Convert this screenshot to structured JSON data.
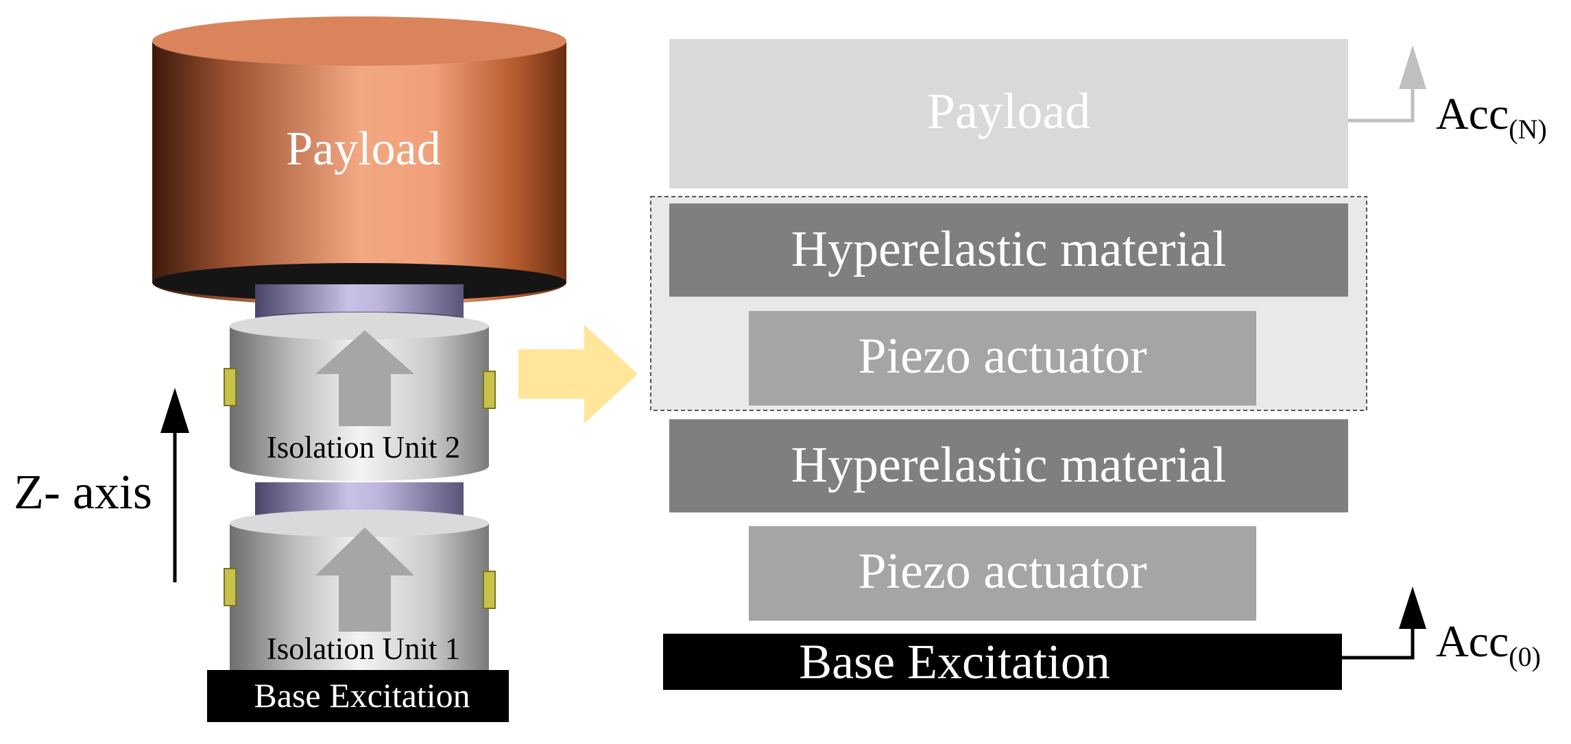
{
  "left_model": {
    "payload_label": "Payload",
    "unit2_label": "Isolation Unit 2",
    "unit1_label": "Isolation Unit 1",
    "base_label": "Base Excitation",
    "axis_label": "Z- axis"
  },
  "layer_stack": {
    "payload_label": "Payload",
    "hyperelastic_label_1": "Hyperelastic material",
    "piezo_label_1": "Piezo actuator",
    "hyperelastic_label_2": "Hyperelastic material",
    "piezo_label_2": "Piezo actuator",
    "base_label": "Base Excitation",
    "acc_top_main": "Acc",
    "acc_top_sub": "(N)",
    "acc_bottom_main": "Acc",
    "acc_bottom_sub": "(0)"
  },
  "colors": {
    "payload_copper": "#E59168",
    "cylinder_silver": "#d6d6d6",
    "spacer_lavender": "#a59bc4",
    "hyperelastic_gray": "#7f7f7f",
    "piezo_gray": "#a5a5a5",
    "payload_light_gray": "#d9d9d9",
    "highlight_arrow": "#FFE699"
  }
}
